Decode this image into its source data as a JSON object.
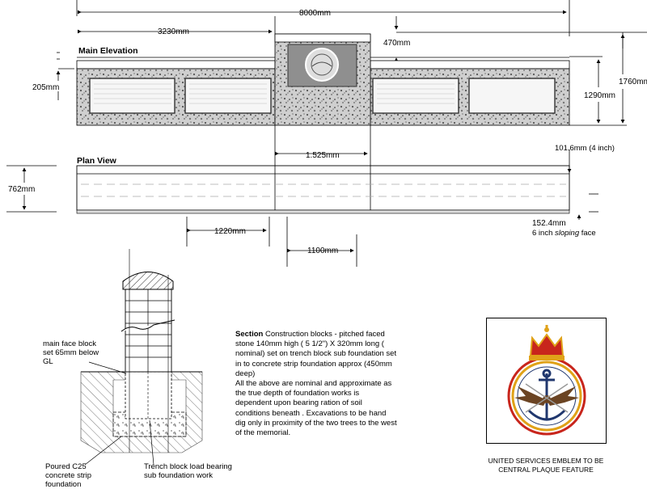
{
  "elevation": {
    "title": "Main Elevation",
    "dim_total": "8000mm",
    "dim_left_wall": "3230mm",
    "dim_top_step": "470mm",
    "dim_coping": "205mm",
    "dim_wall_height": "1290mm",
    "dim_overall_height": "1760mm"
  },
  "plan": {
    "title": "Plan View",
    "dim_center": "1.525mm",
    "dim_depth": "762mm",
    "dim_top_step": "101.6mm  (4 inch)",
    "dim_slope": "152.4mm",
    "slope_note_prefix": "6 inch ",
    "slope_note_italic": "sloping",
    "slope_note_suffix": " face",
    "dim_panel": "1220mm",
    "dim_plinth": "1100mm"
  },
  "section": {
    "label_face_block": "main face block\nset 65mm below\nGL",
    "label_concrete": "Poured C25\nconcrete strip\nfoundation",
    "label_trench": "Trench block load bearing\nsub foundation work",
    "note_heading": "Section",
    "note_text": "Construction blocks - pitched faced stone 140mm high ( 5 1/2\")  X 320mm long ( nominal) set on trench block sub foundation set in to concrete strip foundation approx (450mm deep)\nAll the above are nominal and approximate as the true depth of foundation works is dependent upon bearing ration of soil conditions beneath . Excavations to be hand dig only in proximity of the two trees to the west of the memorial."
  },
  "emblem": {
    "caption": "UNITED SERVICES EMBLEM TO BE\nCENTRAL PLAQUE FEATURE",
    "colors": {
      "crown_red": "#c8251c",
      "gold": "#e0a218",
      "navy": "#20376e",
      "eagle_brown": "#6b4423"
    }
  }
}
